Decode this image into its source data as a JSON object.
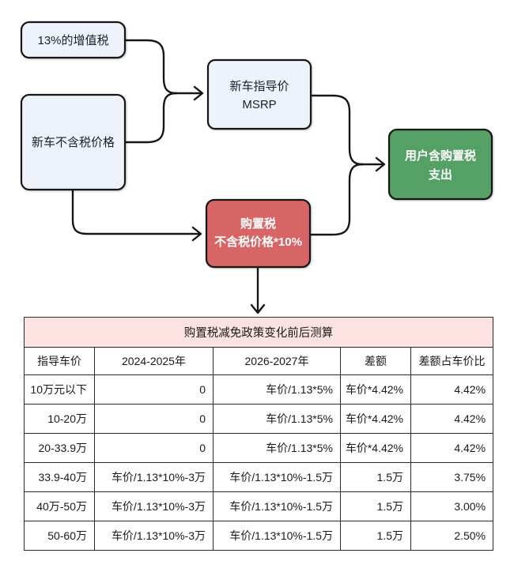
{
  "diagram": {
    "nodes": {
      "vat": {
        "label": "13%的增值税"
      },
      "pretax_price": {
        "label": "新车不含税价格"
      },
      "msrp": {
        "line1": "新车指导价",
        "line2": "MSRP"
      },
      "purchase_tax": {
        "line1": "购置税",
        "line2": "不含税价格*10%"
      },
      "user_cost": {
        "line1": "用户含购置税",
        "line2": "支出"
      }
    },
    "colors": {
      "node_light": "#eef2fb",
      "node_red": "#d76565",
      "node_green": "#54a065",
      "connector": "#161616"
    }
  },
  "table": {
    "title": "购置税减免政策变化前后测算",
    "title_bg": "#fde2e2",
    "headers": [
      "指导车价",
      "2024-2025年",
      "2026-2027年",
      "差额",
      "差额占车价比"
    ],
    "rows": [
      [
        "10万元以下",
        "0",
        "车价/1.13*5%",
        "车价*4.42%",
        "4.42%"
      ],
      [
        "10-20万",
        "0",
        "车价/1.13*5%",
        "车价*4.42%",
        "4.42%"
      ],
      [
        "20-33.9万",
        "0",
        "车价/1.13*5%",
        "车价*4.42%",
        "4.42%"
      ],
      [
        "33.9-40万",
        "车价/1.13*10%-3万",
        "车价/1.13*10%-1.5万",
        "1.5万",
        "3.75%"
      ],
      [
        "40万-50万",
        "车价/1.13*10%-3万",
        "车价/1.13*10%-1.5万",
        "1.5万",
        "3.00%"
      ],
      [
        "50-60万",
        "车价/1.13*10%-3万",
        "车价/1.13*10%-1.5万",
        "1.5万",
        "2.50%"
      ]
    ]
  }
}
